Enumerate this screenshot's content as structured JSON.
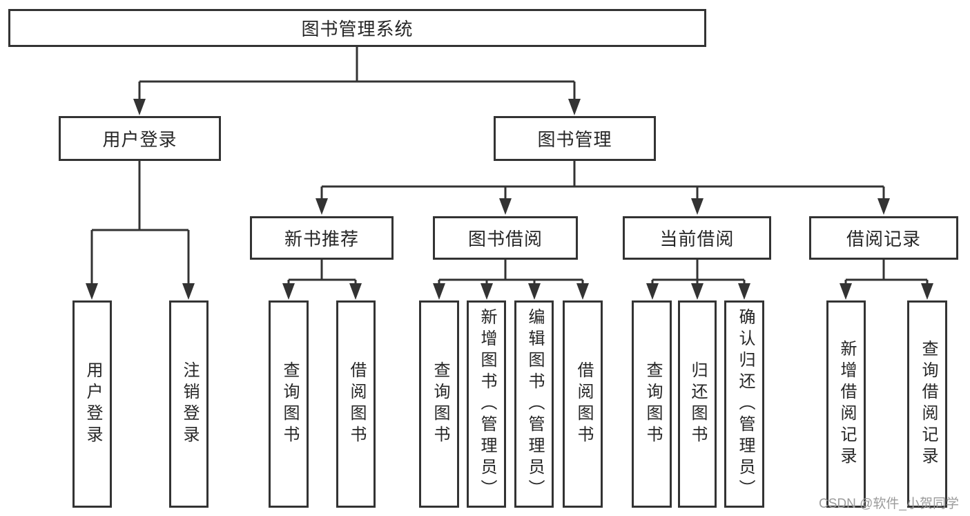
{
  "diagram": {
    "root": {
      "label": "图书管理系统"
    },
    "branches": [
      {
        "label": "用户登录",
        "children": [
          {
            "label": "用户登录"
          },
          {
            "label": "注销登录"
          }
        ]
      },
      {
        "label": "图书管理",
        "groups": [
          {
            "label": "新书推荐",
            "children": [
              {
                "label": "查询图书"
              },
              {
                "label": "借阅图书"
              }
            ]
          },
          {
            "label": "图书借阅",
            "children": [
              {
                "label": "查询图书"
              },
              {
                "label": "新增图书（管理员）"
              },
              {
                "label": "编辑图书（管理员）"
              },
              {
                "label": "借阅图书"
              }
            ]
          },
          {
            "label": "当前借阅",
            "children": [
              {
                "label": "查询图书"
              },
              {
                "label": "归还图书"
              },
              {
                "label": "确认归还（管理员）"
              }
            ]
          },
          {
            "label": "借阅记录",
            "children": [
              {
                "label": "新增借阅记录"
              },
              {
                "label": "查询借阅记录"
              }
            ]
          }
        ]
      }
    ],
    "colors": {
      "line": "#333333",
      "box_border": "#333333",
      "box_fill": "#ffffff",
      "text": "#262626",
      "watermark": "#9b9b9b"
    }
  },
  "watermark": {
    "text": "CSDN @软件_小贺同学"
  }
}
